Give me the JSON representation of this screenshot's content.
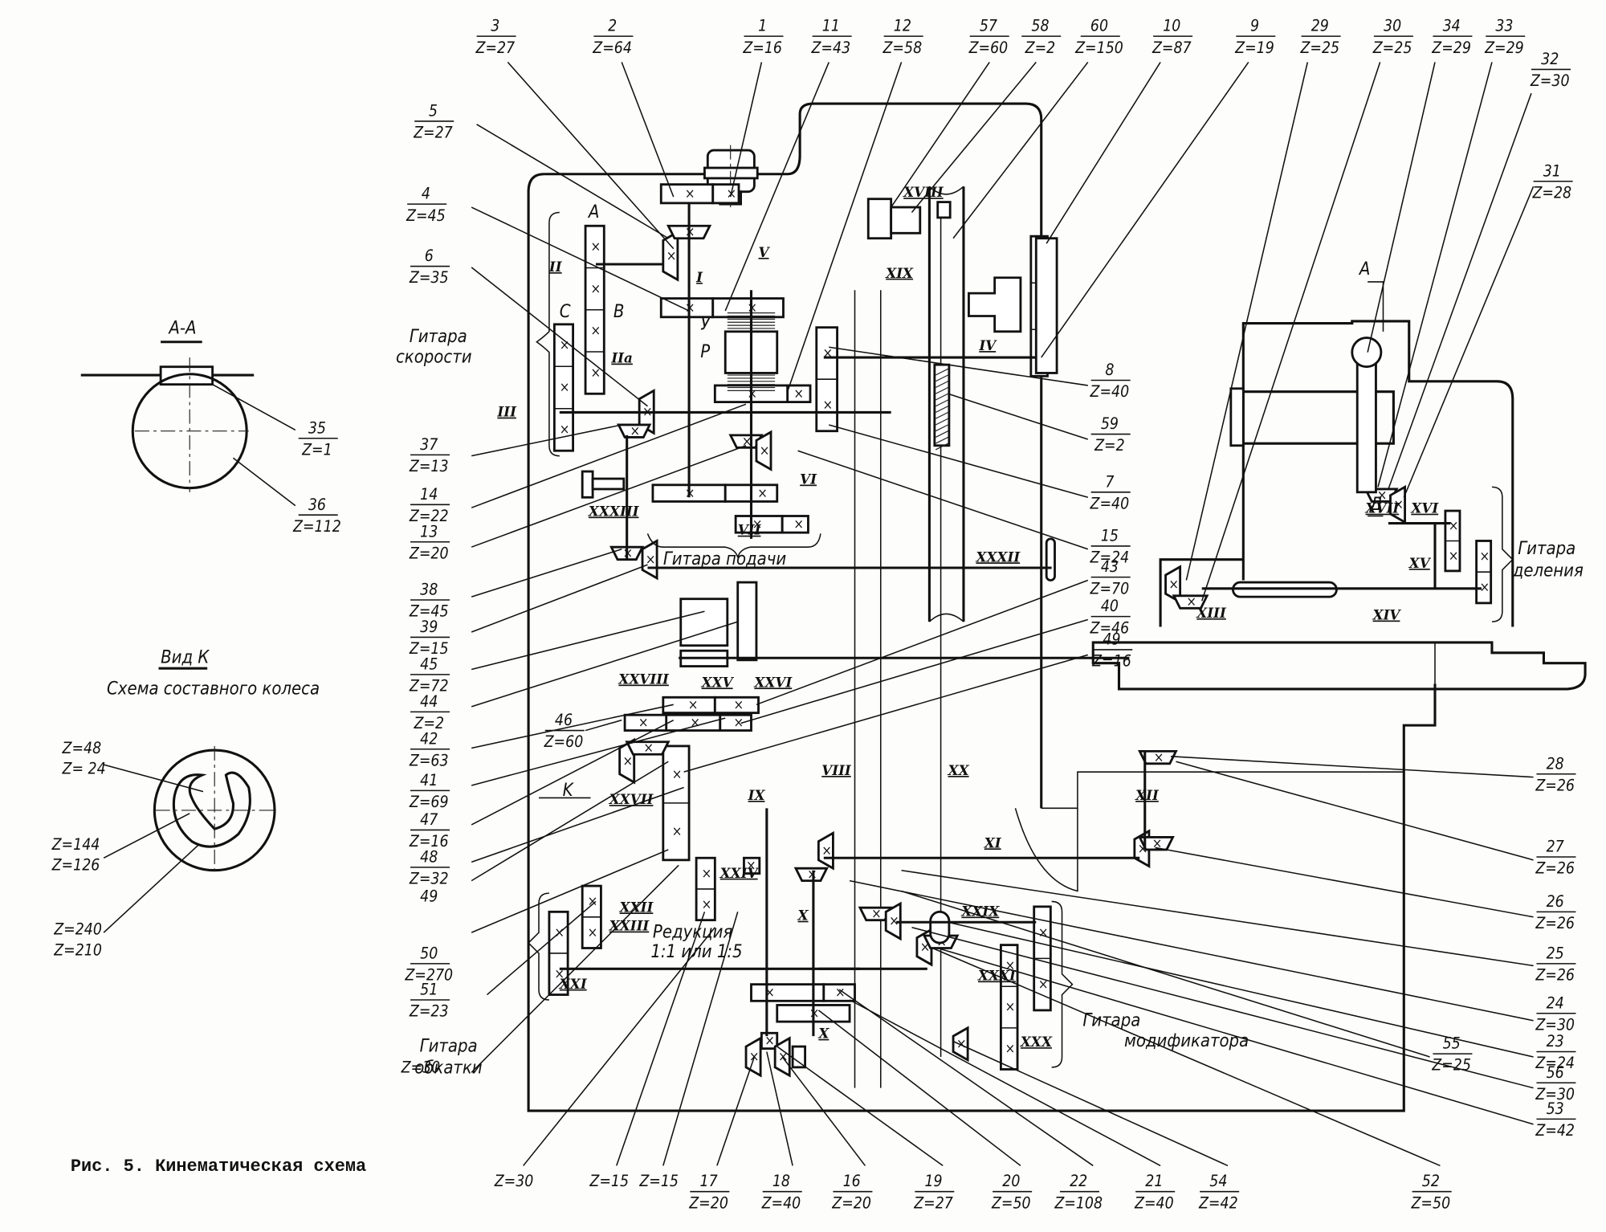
{
  "figure": {
    "caption": "Рис. 5. Кинематическая схема"
  },
  "section_aa": {
    "title": "А-А",
    "labels": [
      {
        "num": "35",
        "z": "Z=1"
      },
      {
        "num": "36",
        "z": "Z=112"
      }
    ]
  },
  "view_k": {
    "title": "Вид К",
    "subtitle": "Схема составного колеса",
    "labels": [
      {
        "a": "Z=48",
        "b": "Z= 24"
      },
      {
        "a": "Z=144",
        "b": "Z=126"
      },
      {
        "a": "Z=240",
        "b": "Z=210"
      }
    ]
  },
  "group_labels": {
    "speed_guitar": [
      "Гитара",
      "скорости"
    ],
    "feed_guitar": "Гитара подачи",
    "division_guitar": [
      "Гитара",
      "деления"
    ],
    "rolling_guitar": [
      "Гитара",
      "обкатки"
    ],
    "modifier_guitar": [
      "Гитара",
      "модификатора"
    ],
    "reduction": [
      "Редукция",
      "1:1 или 1:5"
    ]
  },
  "letters": [
    "A",
    "B",
    "C",
    "У",
    "P",
    "K",
    "A",
    "Д"
  ],
  "shafts": [
    "I",
    "II",
    "IIa",
    "III",
    "IV",
    "V",
    "VI",
    "VII",
    "VIII",
    "IX",
    "X",
    "X",
    "XI",
    "XII",
    "XIII",
    "XIV",
    "XV",
    "XVI",
    "XVII",
    "XVIII",
    "XIX",
    "XX",
    "XXI",
    "XXII",
    "XXIII",
    "XXIV",
    "XXV",
    "XXVI",
    "XXVII",
    "XXVIII",
    "XXIX",
    "XXX",
    "XXXI",
    "XXXII",
    "XXXIII"
  ],
  "top_labels": [
    {
      "num": "3",
      "z": "Z=27"
    },
    {
      "num": "2",
      "z": "Z=64"
    },
    {
      "num": "1",
      "z": "Z=16"
    },
    {
      "num": "11",
      "z": "Z=43"
    },
    {
      "num": "12",
      "z": "Z=58"
    },
    {
      "num": "57",
      "z": "Z=60"
    },
    {
      "num": "58",
      "z": "Z=2"
    },
    {
      "num": "60",
      "z": "Z=150"
    },
    {
      "num": "10",
      "z": "Z=87"
    },
    {
      "num": "9",
      "z": "Z=19"
    },
    {
      "num": "29",
      "z": "Z=25"
    },
    {
      "num": "30",
      "z": "Z=25"
    },
    {
      "num": "34",
      "z": "Z=29"
    },
    {
      "num": "33",
      "z": "Z=29"
    }
  ],
  "left_labels": [
    {
      "num": "5",
      "z": "Z=27"
    },
    {
      "num": "4",
      "z": "Z=45"
    },
    {
      "num": "6",
      "z": "Z=35"
    },
    {
      "num": "37",
      "z": "Z=13"
    },
    {
      "num": "14",
      "z": "Z=22"
    },
    {
      "num": "13",
      "z": "Z=20"
    },
    {
      "num": "38",
      "z": "Z=45"
    },
    {
      "num": "39",
      "z": "Z=15"
    },
    {
      "num": "45",
      "z": "Z=72"
    },
    {
      "num": "44",
      "z": "Z=2"
    },
    {
      "num": "42",
      "z": "Z=63"
    },
    {
      "num": "41",
      "z": "Z=69"
    },
    {
      "num": "47",
      "z": "Z=16"
    },
    {
      "num": "48",
      "z": "Z=32"
    },
    {
      "num": "49",
      "z": ""
    },
    {
      "num": "50",
      "z": "Z=270"
    },
    {
      "num": "51",
      "z": "Z=23"
    },
    {
      "num": "",
      "z": "Z=30"
    }
  ],
  "inner_labels": [
    {
      "num": "46",
      "z": "Z=60"
    },
    {
      "num": "8",
      "z": "Z=40"
    },
    {
      "num": "59",
      "z": "Z=2"
    },
    {
      "num": "7",
      "z": "Z=40"
    },
    {
      "num": "15",
      "z": "Z=24"
    },
    {
      "num": "43",
      "z": "Z=70"
    },
    {
      "num": "40",
      "z": "Z=46"
    },
    {
      "num": "49",
      "z": "Z=16"
    },
    {
      "num": "32",
      "z": "Z=30"
    },
    {
      "num": "31",
      "z": "Z=28"
    },
    {
      "num": "55",
      "z": "Z=25"
    }
  ],
  "right_labels": [
    {
      "num": "28",
      "z": "Z=26"
    },
    {
      "num": "27",
      "z": "Z=26"
    },
    {
      "num": "26",
      "z": "Z=26"
    },
    {
      "num": "25",
      "z": "Z=26"
    },
    {
      "num": "24",
      "z": "Z=30"
    },
    {
      "num": "23",
      "z": "Z=24"
    },
    {
      "num": "56",
      "z": "Z=30"
    },
    {
      "num": "53",
      "z": "Z=42"
    }
  ],
  "bottom_labels": [
    {
      "num": "",
      "z": "Z=30"
    },
    {
      "num": "",
      "z": "Z=15"
    },
    {
      "num": "",
      "z": "Z=15"
    },
    {
      "num": "17",
      "z": "Z=20"
    },
    {
      "num": "18",
      "z": "Z=40"
    },
    {
      "num": "16",
      "z": "Z=20"
    },
    {
      "num": "19",
      "z": "Z=27"
    },
    {
      "num": "20",
      "z": "Z=50"
    },
    {
      "num": "22",
      "z": "Z=108"
    },
    {
      "num": "21",
      "z": "Z=40"
    },
    {
      "num": "54",
      "z": "Z=42"
    },
    {
      "num": "52",
      "z": "Z=50"
    }
  ]
}
